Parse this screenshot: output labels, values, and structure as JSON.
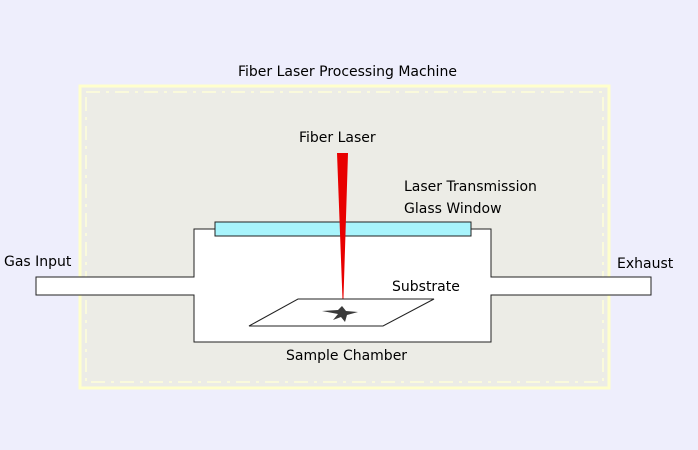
{
  "diagram": {
    "machine_label": "Fiber Laser Processing Machine",
    "laser_label": "Fiber Laser",
    "window_label_line1": "Laser Transmission",
    "window_label_line2": "Glass Window",
    "gas_input_label": "Gas Input",
    "exhaust_label": "Exhaust",
    "substrate_label": "Substrate",
    "chamber_label": "Sample Chamber"
  },
  "colors": {
    "background": "#EEEEFC",
    "machine_fill": "#ECECE6",
    "machine_border": "#FFFFCC",
    "laser": "#E80000",
    "glass_window": "#A8F4FC",
    "chamber_interior": "#FFFFFF",
    "outline": "#222222"
  },
  "icons": {
    "sample": "star-icon"
  }
}
